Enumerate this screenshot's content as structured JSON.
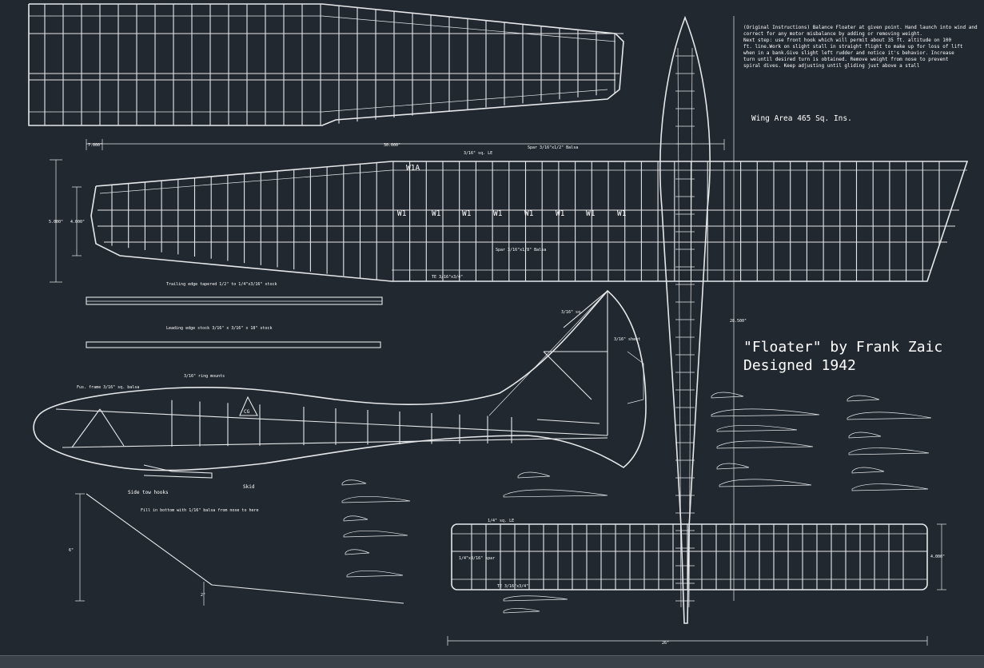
{
  "title": {
    "line1": "\"Floater\" by Frank Zaic",
    "line2": "Designed 1942"
  },
  "instructions": [
    "(Original Instructions) Balance Floater at given point. Hand launch into wind and",
    "correct for any motor misbalance by adding or removing weight.",
    "Next step: use front hook which will permit about 35 ft. altitude on 100",
    "ft. line.Work on slight stall in straight flight to make up for loss of lift",
    "when in a bank.Give slight left rudder and notice it's behavior. Increase",
    "turn until desired turn is obtained. Remove weight from nose to prevent",
    "spiral dives. Keep adjusting until gliding just above a stall"
  ],
  "wing_area": "Wing Area 465 Sq. Ins.",
  "labels": {
    "le": "3/16\" sq. LE",
    "spar_top": "Spar 3/16\"x1/2\" Balsa",
    "spar_bottom": "Spar 3/16\"x1/8\" Balsa",
    "te": "TE 3/16\"x3/4\"",
    "rib_w1a": "W1A",
    "rib_w1": "W1",
    "fus_frame": "Fus. frame 3/16\" sq. balsa",
    "ring_mounts": "3/16\" ring mounts",
    "cg": "CG",
    "fin_le": "3/16\" sq.",
    "fin_sheet": "3/16\" sheet",
    "side_tow_hooks": "Side tow hooks",
    "skid": "Skid",
    "fill_bottom": "Fill in bottom with 1/16\" balsa from nose to here",
    "stab_le": "1/4\" sq. LE",
    "stab_spar": "1/4\"x3/16\"\nspar",
    "stab_te": "TE 3/16\"x3/4\"",
    "strip_1": "Trailing edge tapered 1/2\" to 1/4\"x3/16\" stock",
    "strip_2": "Leading edge stock 3/16\" x 3/16\" x 18\" stock"
  },
  "dimensions": {
    "wing_span": "30.000\"",
    "wing_tip": "7.000\"",
    "wing_chord": "5.000\"",
    "root_chord": "4.000\"",
    "fus_length": "28.500\"",
    "stab_span": "26\"",
    "stab_chord": "4.000\"",
    "dihedral_1": "6\"",
    "dihedral_2": "2\""
  },
  "rib_count_w1": 8
}
